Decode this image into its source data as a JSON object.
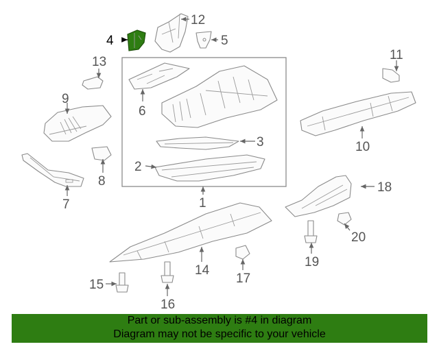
{
  "diagram": {
    "highlight_color": "#2e7d12",
    "callouts": {
      "c1": "1",
      "c2": "2",
      "c3": "3",
      "c4": "4",
      "c5": "5",
      "c6": "6",
      "c7": "7",
      "c8": "8",
      "c9": "9",
      "c10": "10",
      "c11": "11",
      "c12": "12",
      "c13": "13",
      "c14": "14",
      "c15": "15",
      "c16": "16",
      "c17": "17",
      "c18": "18",
      "c19": "19",
      "c20": "20"
    }
  },
  "banner": {
    "line1": "Part or sub-assembly is #4 in diagram",
    "line2": "Diagram may not be specific to your vehicle",
    "background": "#2e7d12"
  }
}
